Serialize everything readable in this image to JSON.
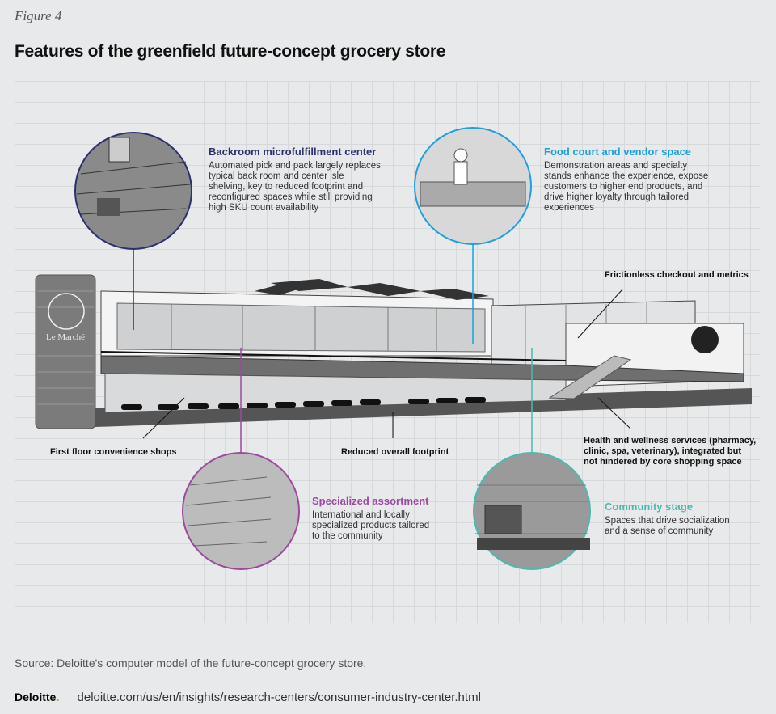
{
  "figure_label": "Figure 4",
  "title": "Features of the greenfield future-concept grocery store",
  "store_sign": "Le Marché",
  "callouts": {
    "backroom": {
      "title": "Backroom microfulfillment center",
      "text": "Automated pick and pack largely replaces typical back room and center isle shelving, key to reduced footprint and reconfigured spaces while still providing high SKU count availability",
      "color": "#2a3170"
    },
    "food_court": {
      "title": "Food court and vendor space",
      "text": "Demonstration areas and specialty stands enhance the experience, expose customers to higher end products, and drive higher loyalty through tailored experiences",
      "color": "#1ea0dc"
    },
    "specialized": {
      "title": "Specialized assortment",
      "text": "International and locally specialized products tailored to the community",
      "color": "#9b4a9f"
    },
    "community": {
      "title": "Community stage",
      "text": "Spaces that drive socialization and a sense of community",
      "color": "#4db8b1"
    }
  },
  "labels": {
    "checkout": "Frictionless checkout and metrics",
    "convenience": "First floor convenience shops",
    "footprint": "Reduced overall footprint",
    "health": "Health and wellness services (pharmacy, clinic, spa, veterinary), integrated but not hindered by core shopping space"
  },
  "source": "Source: Deloitte's computer model of the future-concept grocery store.",
  "footer": {
    "logo": "Deloitte",
    "logo_dot": ".",
    "url": "deloitte.com/us/en/insights/research-centers/consumer-industry-center.html"
  }
}
